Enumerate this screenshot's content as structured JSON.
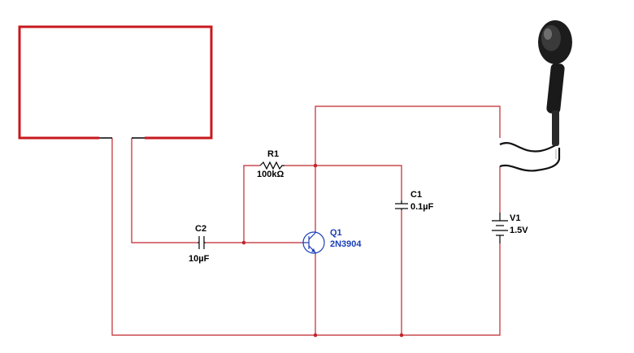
{
  "components": {
    "r1": {
      "ref": "R1",
      "value": "100kΩ"
    },
    "c1": {
      "ref": "C1",
      "value": "0.1µF"
    },
    "c2": {
      "ref": "C2",
      "value": "10µF"
    },
    "q1": {
      "ref": "Q1",
      "value": "2N3904"
    },
    "v1": {
      "ref": "V1",
      "value": "1.5V"
    }
  },
  "colors": {
    "wire": "#c0262c",
    "loop_antenna": "#c8181e",
    "component": "#000000",
    "transistor": "#1a3fb8",
    "earphone": "#1c1c1c"
  },
  "icons": {
    "earphone": "earphone-icon",
    "antenna": "loop-antenna"
  }
}
